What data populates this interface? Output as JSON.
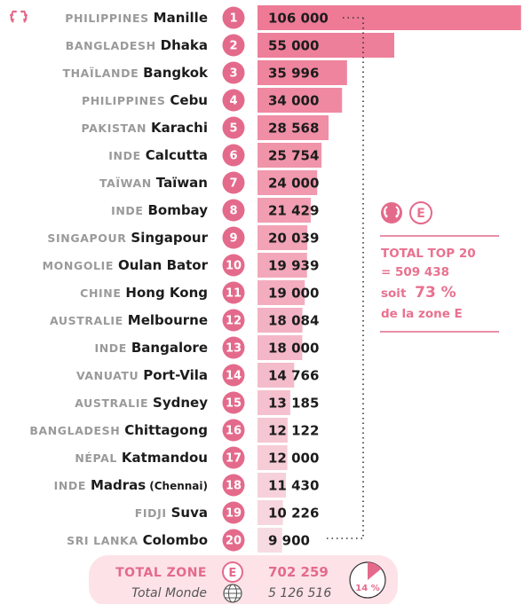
{
  "chart_data": {
    "type": "bar",
    "orientation": "horizontal",
    "rows": [
      {
        "rank": "1",
        "country": "PHILIPPINES",
        "city": "Manille",
        "value": 106000,
        "label": "106 000"
      },
      {
        "rank": "2",
        "country": "BANGLADESH",
        "city": "Dhaka",
        "value": 55000,
        "label": "55 000"
      },
      {
        "rank": "3",
        "country": "THAÏLANDE",
        "city": "Bangkok",
        "value": 35996,
        "label": "35 996"
      },
      {
        "rank": "4",
        "country": "PHILIPPINES",
        "city": "Cebu",
        "value": 34000,
        "label": "34 000"
      },
      {
        "rank": "5",
        "country": "PAKISTAN",
        "city": "Karachi",
        "value": 28568,
        "label": "28 568"
      },
      {
        "rank": "6",
        "country": "INDE",
        "city": "Calcutta",
        "value": 25754,
        "label": "25 754"
      },
      {
        "rank": "7",
        "country": "TAÏWAN",
        "city": "Taïwan",
        "value": 24000,
        "label": "24 000"
      },
      {
        "rank": "8",
        "country": "INDE",
        "city": "Bombay",
        "value": 21429,
        "label": "21 429"
      },
      {
        "rank": "9",
        "country": "SINGAPOUR",
        "city": "Singapour",
        "value": 20039,
        "label": "20 039"
      },
      {
        "rank": "10",
        "country": "MONGOLIE",
        "city": "Oulan Bator",
        "value": 19939,
        "label": "19 939"
      },
      {
        "rank": "11",
        "country": "CHINE",
        "city": "Hong Kong",
        "value": 19000,
        "label": "19 000"
      },
      {
        "rank": "12",
        "country": "AUSTRALIE",
        "city": "Melbourne",
        "value": 18084,
        "label": "18 084"
      },
      {
        "rank": "13",
        "country": "INDE",
        "city": "Bangalore",
        "value": 18000,
        "label": "18 000"
      },
      {
        "rank": "14",
        "country": "VANUATU",
        "city": "Port-Vila",
        "value": 14766,
        "label": "14 766"
      },
      {
        "rank": "15",
        "country": "AUSTRALIE",
        "city": "Sydney",
        "value": 13185,
        "label": "13 185"
      },
      {
        "rank": "16",
        "country": "BANGLADESH",
        "city": "Chittagong",
        "value": 12122,
        "label": "12 122"
      },
      {
        "rank": "17",
        "country": "NÉPAL",
        "city": "Katmandou",
        "value": 12000,
        "label": "12 000"
      },
      {
        "rank": "18",
        "country": "INDE",
        "city": "Madras",
        "city_note": "(Chennai)",
        "value": 11430,
        "label": "11 430"
      },
      {
        "rank": "19",
        "country": "FIDJI",
        "city": "Suva",
        "value": 10226,
        "label": "10 226"
      },
      {
        "rank": "20",
        "country": "SRI LANKA",
        "city": "Colombo",
        "value": 9900,
        "label": "9 900"
      }
    ],
    "xlim": [
      0,
      110000
    ],
    "zone_badge": "E",
    "side_box": {
      "badge": "E",
      "line1": "TOTAL TOP 20",
      "line2": "= 509 438",
      "line3_prefix": "soit",
      "line3_pct": "73 %",
      "line4": "de la zone E"
    },
    "totals": {
      "zone_label": "TOTAL ZONE",
      "zone_badge": "E",
      "zone_value": "702 259",
      "world_label": "Total Monde",
      "world_value": "5 126 516",
      "pie_share": 0.14,
      "pie_label": "14 %"
    },
    "colors": {
      "accent": "#e46a8c",
      "bar_start": "#ee7a96",
      "bar_end": "#f7dbe3",
      "total_bg": "#fde3e8",
      "grey_text": "#9a9a9a"
    },
    "icons": {
      "laurel": "laurel-icon",
      "globe": "globe-icon",
      "pie": "pie-icon"
    }
  }
}
